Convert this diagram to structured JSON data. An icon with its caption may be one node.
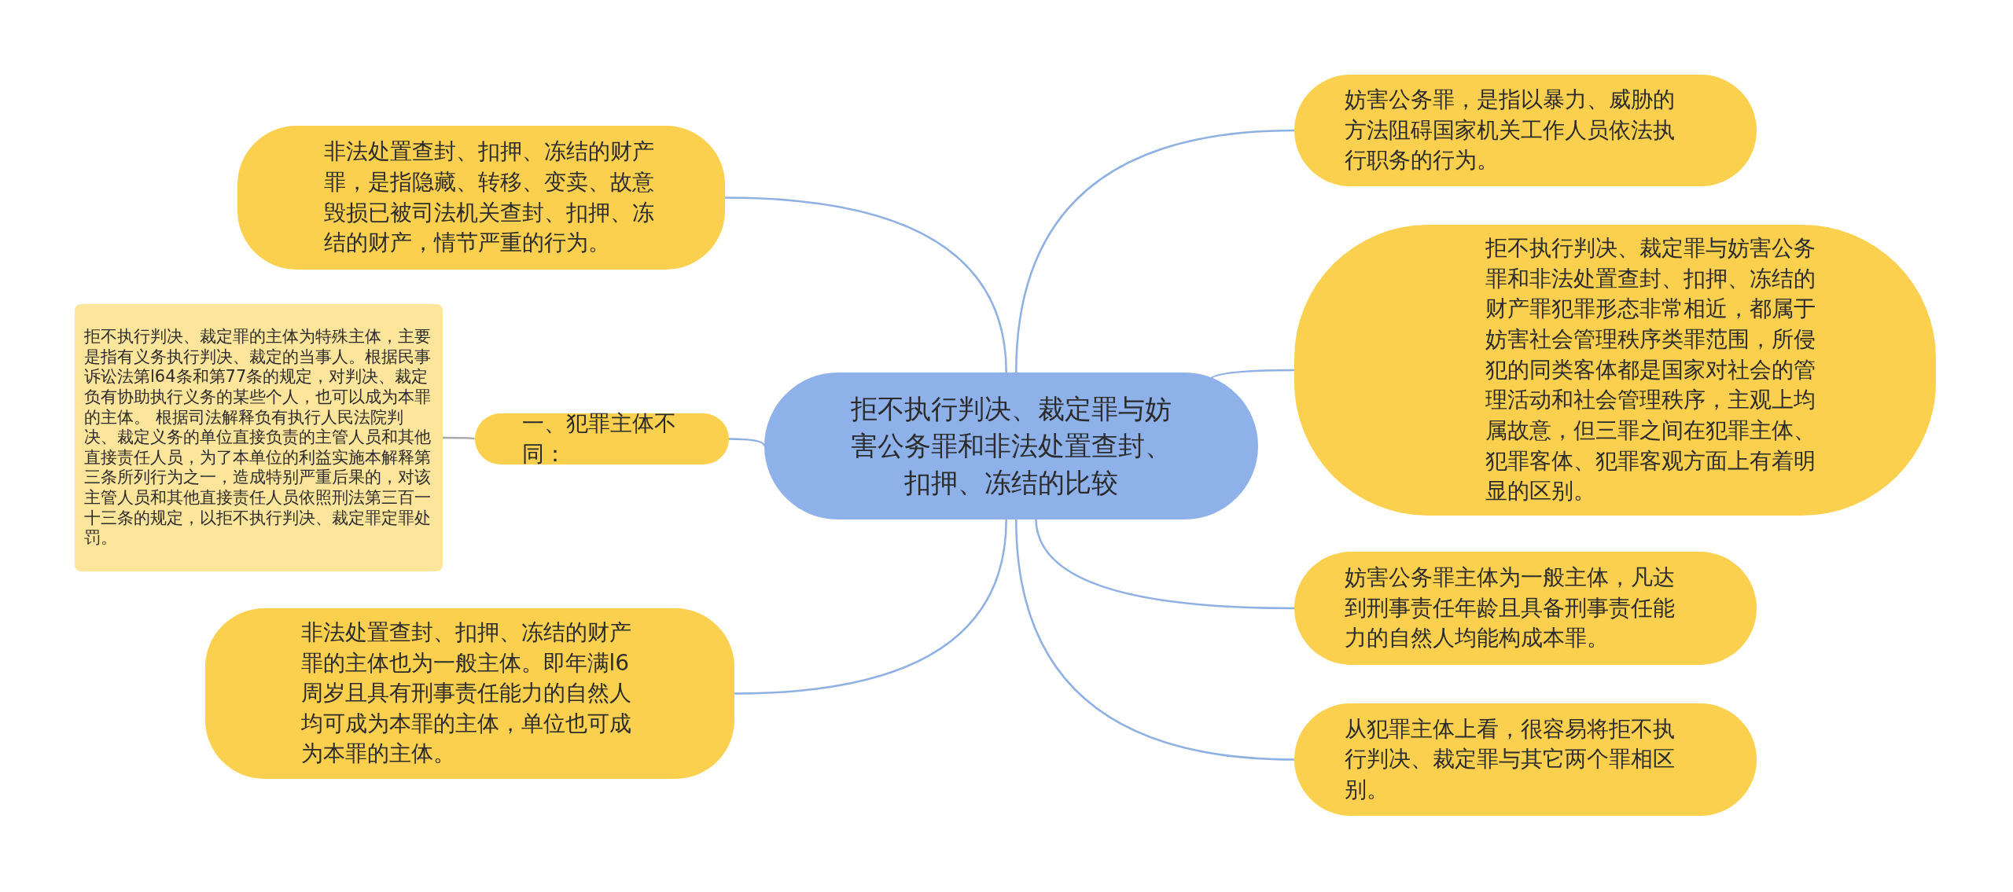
{
  "diagram": {
    "nodes": [
      {
        "text": [
          "拒不执行判决、裁定罪与妨害公务罪和非法处置查封、扣押、冻结的比较"
        ]
      },
      {
        "text": [
          "非法处置查封、扣押、冻结的财产罪，是指隐藏、转移、变卖、故意毁损已被司法机关查封、扣押、冻结的财产，情节严重的行为。"
        ]
      },
      {
        "text": [
          "拒不执行判决、裁定罪的主体为特殊主体，主要是指有义务执行判决、裁定的当事人。根据民事诉讼法第l64条和第77条的规定，对判决、裁定负有协助执行义务的某些个人，也可以成为本罪的主体。 根据司法解释负有执行人民法院判决、裁定义务的单位直接负责的主管人员和其他直接责任人员，为了本单位的利益实施本解释第三条所列行为之一，造成特别严重后果的，对该主管人员和其他直接责任人员依照刑法第三百一十三条的规定，以拒不执行判决、裁定罪定罪处罚。"
        ]
      },
      {
        "text": [
          "一、犯罪主体不同："
        ]
      },
      {
        "text": [
          "非法处置查封、扣押、冻结的财产罪的主体也为一般主体。即年满l6周岁且具有刑事责任能力的自然人均可成为本罪的主体，单位也可成为本罪的主体。"
        ]
      },
      {
        "text": [
          "妨害公务罪，是指以暴力、威胁的方法阻碍国家机关工作人员依法执行职务的行为。"
        ]
      },
      {
        "text": [
          "拒不执行判决、裁定罪与妨害公务罪和非法处置查封、扣押、冻结的财产罪犯罪形态非常相近，都属于妨害社会管理秩序类罪范围，所侵犯的同类客体都是国家对社会的管理活动和社会管理秩序，主观上均属故意，但三罪之间在犯罪主体、犯罪客体、犯罪客观方面上有着明显的区别。"
        ]
      },
      {
        "text": [
          "妨害公务罪主体为一般主体，凡达到刑事责任年龄且具备刑事责任能力的自然人均能构成本罪。"
        ]
      },
      {
        "text": [
          "从犯罪主体上看，很容易将拒不执行判决、裁定罪与其它两个罪相区别。"
        ]
      }
    ],
    "edges": [
      {
        "from": 0,
        "to": 1,
        "arrow": "none"
      },
      {
        "from": 0,
        "to": 3,
        "arrow": "none"
      },
      {
        "from": 3,
        "to": 2,
        "arrow": "none",
        "color": "#a8a8a8"
      },
      {
        "from": 0,
        "to": 4,
        "arrow": "none"
      },
      {
        "from": 0,
        "to": 5,
        "arrow": "none"
      },
      {
        "from": 0,
        "to": 6,
        "arrow": "none"
      },
      {
        "from": 0,
        "to": 7,
        "arrow": "none"
      },
      {
        "from": 0,
        "to": 8,
        "arrow": "none"
      }
    ]
  }
}
